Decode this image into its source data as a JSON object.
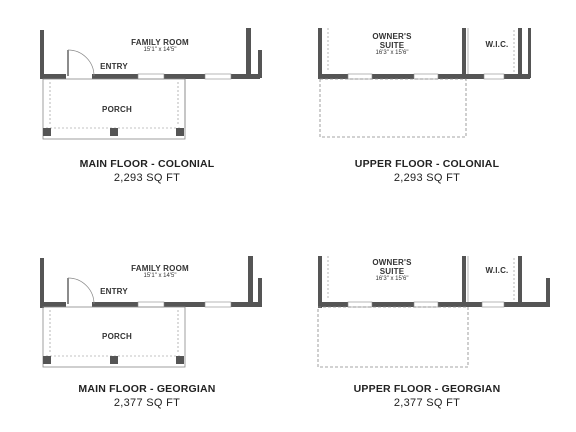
{
  "plans": {
    "main_colonial": {
      "family_room": {
        "name": "FAMILY ROOM",
        "dims": "15'1\" x 14'5\""
      },
      "entry": "ENTRY",
      "porch": "PORCH",
      "title": "MAIN FLOOR - COLONIAL",
      "area": "2,293 SQ FT"
    },
    "upper_colonial": {
      "owners_suite": {
        "name_line1": "OWNER'S",
        "name_line2": "SUITE",
        "dims": "16'3\" x 15'6\""
      },
      "wic": "W.I.C.",
      "title": "UPPER FLOOR - COLONIAL",
      "area": "2,293 SQ FT"
    },
    "main_georgian": {
      "family_room": {
        "name": "FAMILY ROOM",
        "dims": "15'1\" x 14'5\""
      },
      "entry": "ENTRY",
      "porch": "PORCH",
      "title": "MAIN FLOOR - GEORGIAN",
      "area": "2,377 SQ FT"
    },
    "upper_georgian": {
      "owners_suite": {
        "name_line1": "OWNER'S",
        "name_line2": "SUITE",
        "dims": "16'3\" x 15'6\""
      },
      "wic": "W.I.C.",
      "title": "UPPER FLOOR - GEORGIAN",
      "area": "2,377 SQ FT"
    }
  },
  "colors": {
    "wall": "#555555",
    "line": "#888888",
    "text": "#222222"
  }
}
